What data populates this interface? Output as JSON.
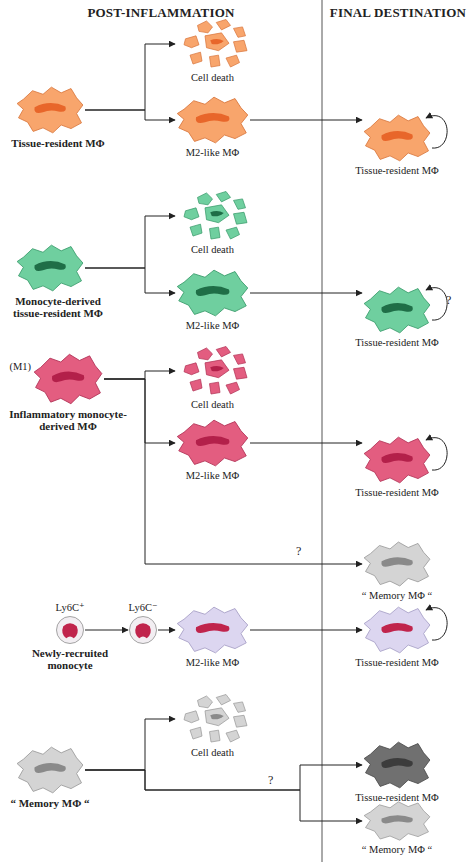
{
  "diagram": {
    "nodes": [
      {
        "text": [
          "Tissue-resident MΦ"
        ]
      },
      {
        "text": [
          "Cell death"
        ]
      },
      {
        "text": [
          "M2-like MΦ"
        ]
      },
      {
        "text": [
          "Tissue-resident MΦ"
        ]
      },
      {
        "text": [
          "Monocyte-derived tissue-resident MΦ"
        ]
      },
      {
        "text": [
          "Cell death"
        ]
      },
      {
        "text": [
          "M2-like MΦ"
        ]
      },
      {
        "text": [
          "Tissue-resident MΦ"
        ]
      },
      {
        "text": [
          "(M1)",
          "Inflammatory monocyte-derived MΦ"
        ]
      },
      {
        "text": [
          "Cell death"
        ]
      },
      {
        "text": [
          "M2-like MΦ"
        ]
      },
      {
        "text": [
          "Tissue-resident MΦ"
        ]
      },
      {
        "text": [
          "“ Memory MΦ “"
        ]
      },
      {
        "text": [
          "Ly6C⁺",
          "Newly-recruited monocyte"
        ]
      },
      {
        "text": [
          "Ly6C⁻"
        ]
      },
      {
        "text": [
          "M2-like MΦ"
        ]
      },
      {
        "text": [
          "Tissue-resident MΦ"
        ]
      },
      {
        "text": [
          "“ Memory MΦ “"
        ]
      },
      {
        "text": [
          "Cell death"
        ]
      },
      {
        "text": [
          "Tissue-resident MΦ"
        ]
      },
      {
        "text": [
          "“ Memory MΦ “"
        ]
      }
    ],
    "edges": [
      {
        "from": 0,
        "to": 1,
        "arrow": "to"
      },
      {
        "from": 0,
        "to": 2,
        "arrow": "to"
      },
      {
        "from": 2,
        "to": 3,
        "arrow": "to"
      },
      {
        "from": 3,
        "to": 3,
        "arrow": "to"
      },
      {
        "from": 4,
        "to": 5,
        "arrow": "to"
      },
      {
        "from": 4,
        "to": 6,
        "arrow": "to"
      },
      {
        "from": 6,
        "to": 7,
        "arrow": "to"
      },
      {
        "from": 7,
        "to": 7,
        "arrow": "to",
        "label": "?"
      },
      {
        "from": 8,
        "to": 9,
        "arrow": "to"
      },
      {
        "from": 8,
        "to": 10,
        "arrow": "to"
      },
      {
        "from": 10,
        "to": 11,
        "arrow": "to"
      },
      {
        "from": 11,
        "to": 11,
        "arrow": "to"
      },
      {
        "from": 8,
        "to": 12,
        "arrow": "to",
        "label": "?"
      },
      {
        "from": 13,
        "to": 14,
        "arrow": "to"
      },
      {
        "from": 14,
        "to": 15,
        "arrow": "to"
      },
      {
        "from": 15,
        "to": 16,
        "arrow": "to"
      },
      {
        "from": 16,
        "to": 16,
        "arrow": "to"
      },
      {
        "from": 17,
        "to": 18,
        "arrow": "to"
      },
      {
        "from": 17,
        "to": 19,
        "arrow": "to",
        "label": "?"
      },
      {
        "from": 17,
        "to": 20,
        "arrow": "to"
      }
    ],
    "labels": [
      "POST-INFLAMMATION",
      "FINAL DESTINATION"
    ]
  }
}
